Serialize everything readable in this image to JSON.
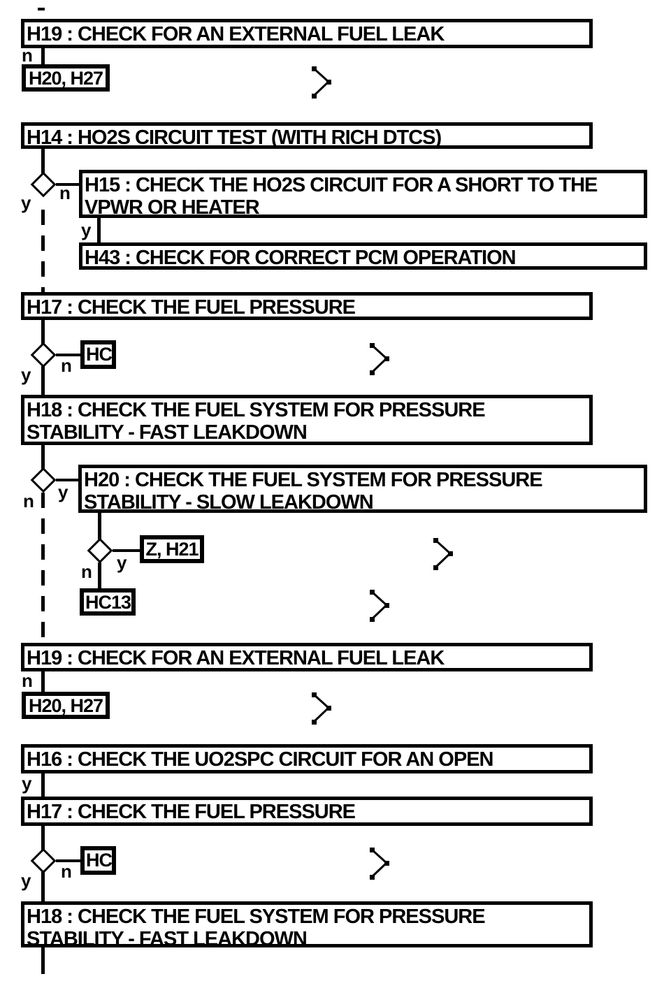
{
  "flowchart": {
    "colors": {
      "ink": "#000000",
      "paper": "#ffffff"
    },
    "labels": {
      "yes": "y",
      "no": "n"
    },
    "icons": {
      "chevron": "chevron-right-icon"
    },
    "boxes": {
      "h19_top": "H19 : CHECK FOR AN EXTERNAL FUEL LEAK",
      "h20_h27_top": "H20, H27",
      "h14": "H14 : HO2S CIRCUIT TEST (WITH RICH DTCS)",
      "h15": {
        "line1": "H15 : CHECK THE HO2S CIRCUIT FOR A SHORT TO THE",
        "line2": "VPWR OR HEATER"
      },
      "h43": "H43 : CHECK FOR CORRECT PCM OPERATION",
      "h17_top": "H17 : CHECK THE FUEL PRESSURE",
      "hc_top": "HC",
      "h18_top": {
        "line1": "H18 : CHECK THE FUEL SYSTEM FOR PRESSURE",
        "line2": "STABILITY - FAST LEAKDOWN"
      },
      "h20_slow": {
        "line1": "H20 : CHECK THE FUEL SYSTEM FOR PRESSURE",
        "line2": "STABILITY - SLOW LEAKDOWN"
      },
      "z_h21": "Z, H21",
      "hc13": "HC13",
      "h19_mid": "H19 : CHECK FOR AN EXTERNAL FUEL LEAK",
      "h20_h27_mid": "H20, H27",
      "h16": "H16 : CHECK THE UO2SPC CIRCUIT FOR AN OPEN",
      "h17_bottom": "H17 : CHECK THE FUEL PRESSURE",
      "hc_bottom": "HC",
      "h18_bottom": {
        "line1": "H18 : CHECK THE FUEL SYSTEM FOR PRESSURE",
        "line2": "STABILITY - FAST LEAKDOWN"
      }
    }
  }
}
